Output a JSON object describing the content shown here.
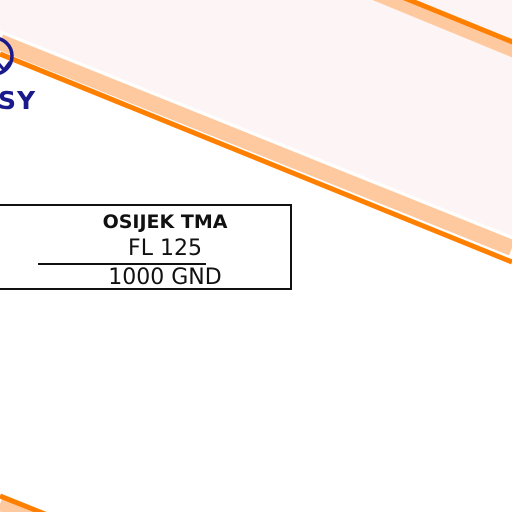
{
  "airspace_label": {
    "name": "OSIJEK TMA",
    "upper_limit": "FL 125",
    "lower_limit": "1000 GND"
  },
  "logo": {
    "text_fragment": "SY",
    "color": "#1a1a8c"
  },
  "colors": {
    "boundary_orange": "#ff8000",
    "boundary_tint": "#ffc9a0",
    "zone_fill": "#fdf5f5",
    "text": "#111111"
  }
}
